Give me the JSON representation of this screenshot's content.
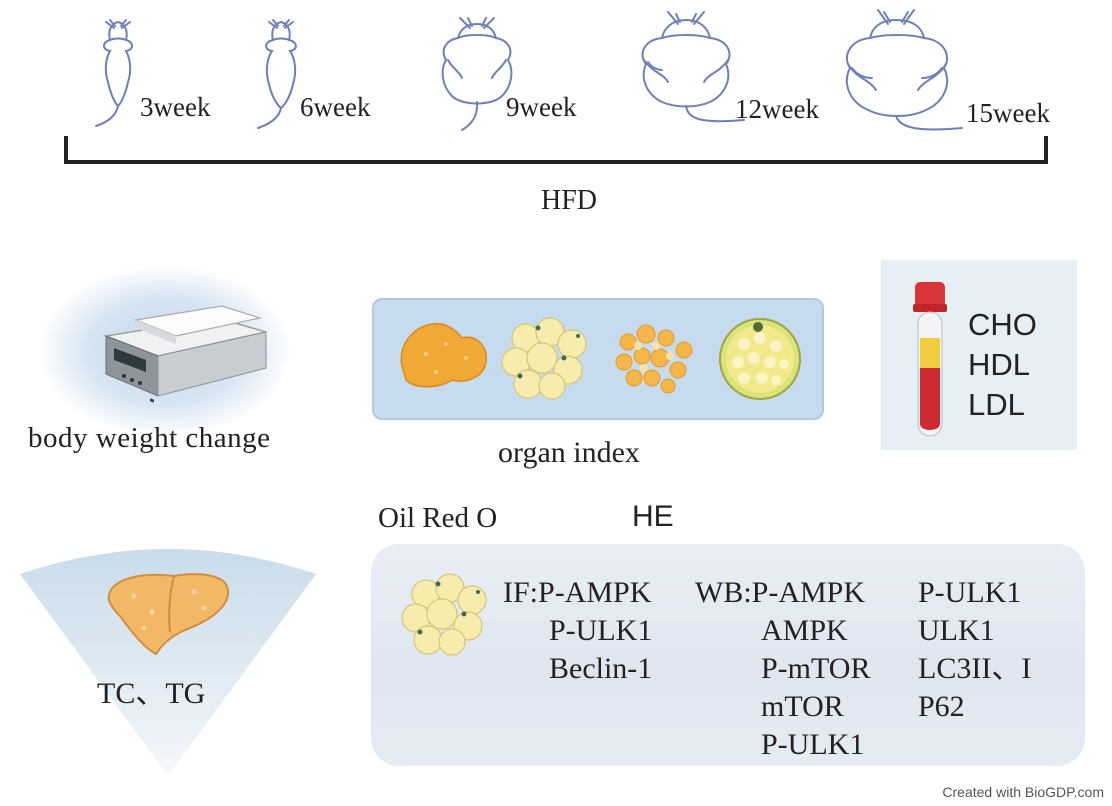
{
  "timeline": {
    "weeks": [
      "3week",
      "6week",
      "9week",
      "12week",
      "15week"
    ],
    "label": "HFD"
  },
  "body_weight": {
    "label": "body weight change"
  },
  "organ": {
    "label": "organ index"
  },
  "blood": {
    "items": [
      "CHO",
      "HDL",
      "LDL"
    ]
  },
  "staining": {
    "oil": "Oil Red O",
    "he": "HE"
  },
  "liver": {
    "label": "TC、TG"
  },
  "assays": {
    "if_items": [
      "IF:P-AMPK",
      "P-ULK1",
      "Beclin-1"
    ],
    "wb_col1": [
      "WB:P-AMPK",
      "AMPK",
      "P-mTOR",
      "mTOR",
      "P-ULK1"
    ],
    "wb_col2": [
      "P-ULK1",
      "ULK1",
      "LC3II、I",
      "P62"
    ]
  },
  "credit": "Created with BioGDP.com",
  "colors": {
    "mouse_outline": "#6f7fb8",
    "panel_bg": "#e6ecf3",
    "tube_red": "#d8343a",
    "fat_yellow": "#f3e7a4"
  }
}
